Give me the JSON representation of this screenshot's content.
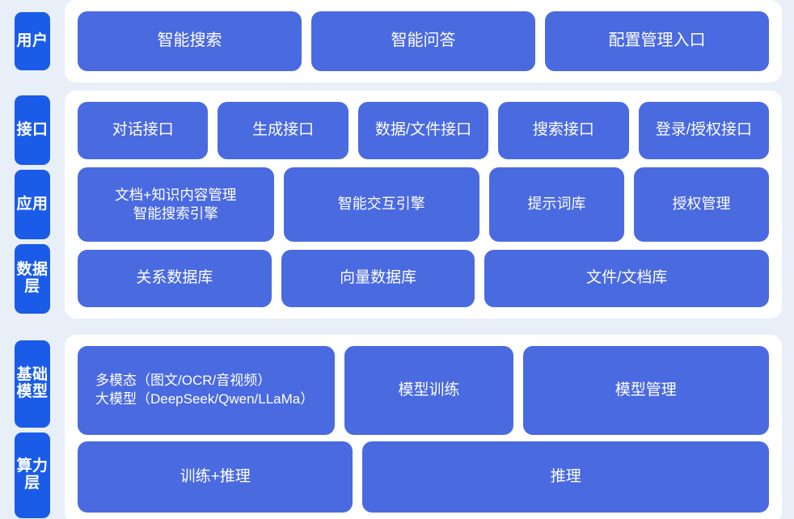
{
  "theme": {
    "background": "#e9eff8",
    "panel": "#ffffff",
    "tag_blue": "#1a5ce8",
    "node_blue": "#4a6ae0",
    "text_on_blue": "#ffffff"
  },
  "sections": [
    {
      "id": "user-layer",
      "tags": [
        "用户"
      ],
      "rows": [
        {
          "id": "user-entries",
          "nodes": [
            {
              "lines": [
                "智能搜索"
              ]
            },
            {
              "lines": [
                "智能问答"
              ]
            },
            {
              "lines": [
                "配置管理入口"
              ]
            }
          ]
        }
      ]
    },
    {
      "id": "platform-layer",
      "tags": [
        "接口",
        "应用",
        "数据层"
      ],
      "rows": [
        {
          "id": "interface-row",
          "nodes": [
            {
              "lines": [
                "对话接口"
              ]
            },
            {
              "lines": [
                "生成接口"
              ]
            },
            {
              "lines": [
                "数据/文件接口"
              ]
            },
            {
              "lines": [
                "搜索接口"
              ]
            },
            {
              "lines": [
                "登录/授权接口"
              ]
            }
          ]
        },
        {
          "id": "application-row",
          "nodes": [
            {
              "lines": [
                "文档+知识内容管理",
                "智能搜索引擎"
              ]
            },
            {
              "lines": [
                "智能交互引擎"
              ]
            },
            {
              "lines": [
                "提示词库"
              ]
            },
            {
              "lines": [
                "授权管理"
              ]
            }
          ]
        },
        {
          "id": "data-row",
          "nodes": [
            {
              "lines": [
                "关系数据库"
              ]
            },
            {
              "lines": [
                "向量数据库"
              ]
            },
            {
              "lines": [
                "文件/文档库"
              ]
            }
          ]
        }
      ]
    },
    {
      "id": "infrastructure-layer",
      "tags": [
        "基础模型",
        "算力层"
      ],
      "rows": [
        {
          "id": "model-row",
          "nodes": [
            {
              "lines": [
                "多模态（图文/OCR/音视频）",
                "大模型（DeepSeek/Qwen/LLaMa）"
              ]
            },
            {
              "lines": [
                "模型训练"
              ]
            },
            {
              "lines": [
                "模型管理"
              ]
            }
          ]
        },
        {
          "id": "compute-row",
          "nodes": [
            {
              "lines": [
                "训练+推理"
              ]
            },
            {
              "lines": [
                "推理"
              ]
            }
          ]
        }
      ]
    }
  ]
}
